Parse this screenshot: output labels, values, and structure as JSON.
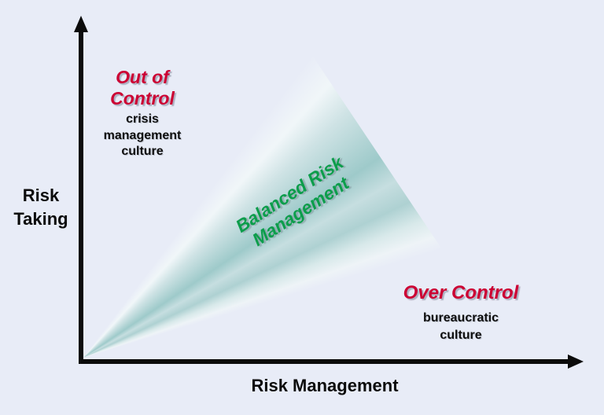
{
  "colors": {
    "bg": "#e8ecf7",
    "axis": "#0b0b0b",
    "red": "#cc0033",
    "green": "#0c9d4b",
    "teal": "#9ecaca"
  },
  "axes": {
    "y_label": "Risk\nTaking",
    "x_label": "Risk Management"
  },
  "zones": {
    "out_of_control": {
      "title": "Out of\nControl",
      "subtitle": "crisis\nmanagement\nculture"
    },
    "balanced": {
      "label": "Balanced Risk\nManagement"
    },
    "over_control": {
      "title": "Over Control",
      "subtitle": "bureaucratic\nculture"
    }
  }
}
